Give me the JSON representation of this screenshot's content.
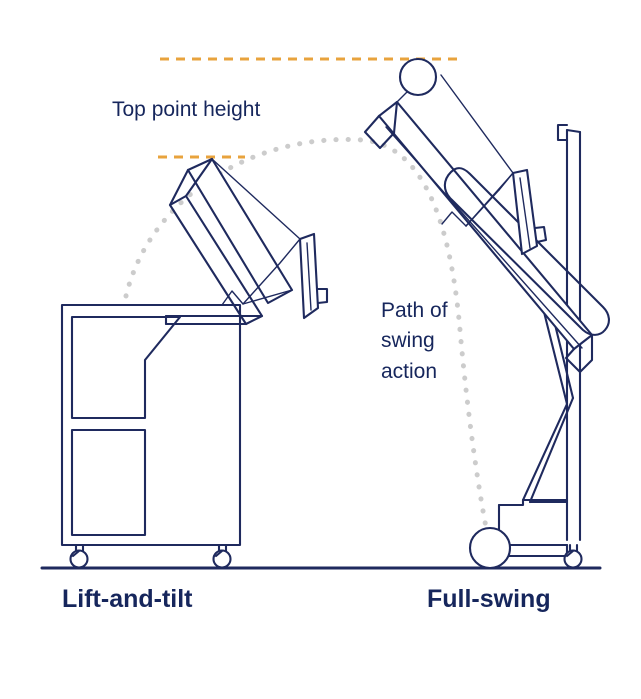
{
  "diagram": {
    "title_annotations": {
      "top_point_height": "Top point height",
      "path_of_swing": {
        "line1": "Path of",
        "line2": "swing",
        "line3": "action"
      }
    },
    "machine_labels": {
      "left": "Lift-and-tilt",
      "right": "Full-swing"
    },
    "colors": {
      "outline_navy": "#1f2a5e",
      "text_navy": "#16265c",
      "dashed_height_line": "#e8a33d",
      "dotted_swing_path": "#cccccc",
      "background": "#ffffff"
    },
    "elements": {
      "ground_line_name": "ground-line",
      "height_marker_top_label": "top-point-height-marker-full-swing",
      "height_marker_lower_label": "top-point-height-marker-lift-and-tilt",
      "swing_arc_label": "swing-path-arc",
      "left_machine_label": "lift-and-tilt-machine",
      "right_machine_label": "full-swing-machine"
    }
  }
}
